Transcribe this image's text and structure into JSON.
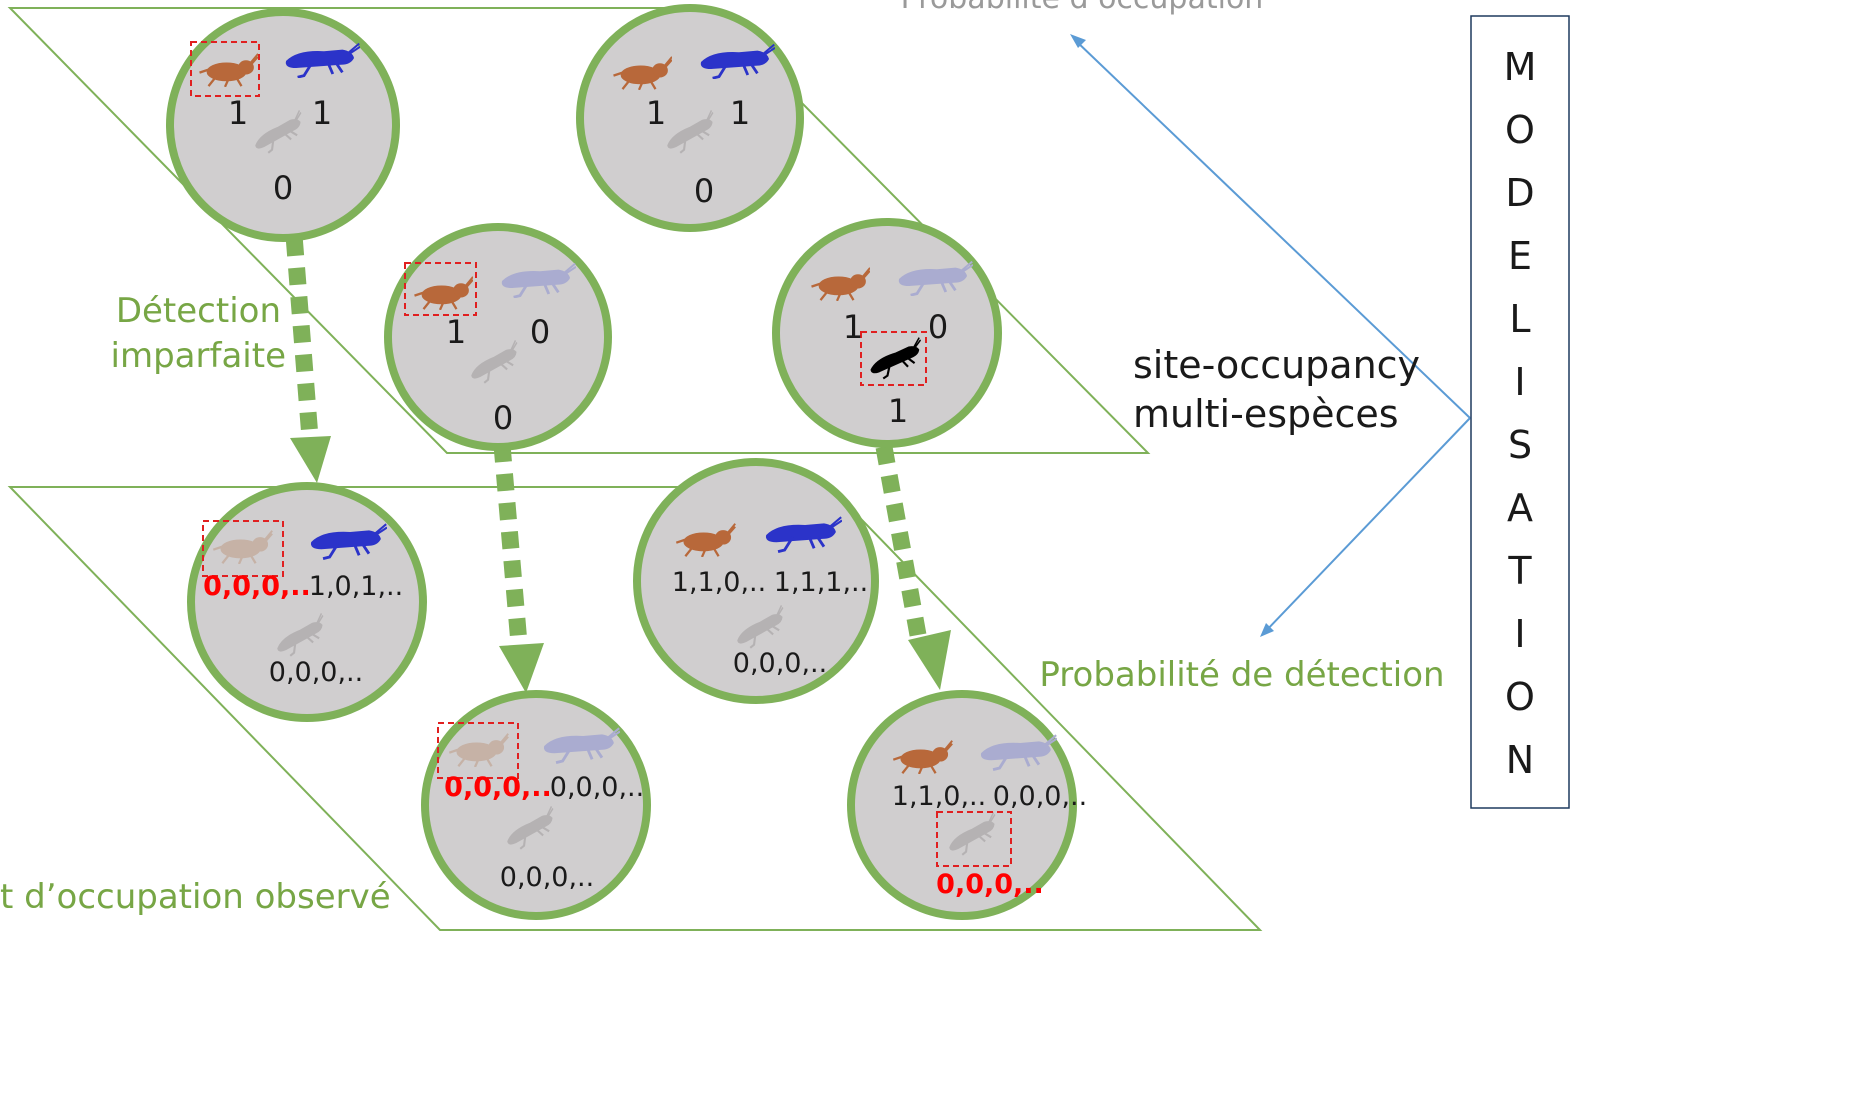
{
  "labels": {
    "occupation_prob": "Probabilité d’occupation",
    "detection_prob": "Probabilité de détection",
    "imperfect_detection_line1": "Détection",
    "imperfect_detection_line2": "imparfaite",
    "model_line1": "site-occupancy",
    "model_line2": "multi-espèces",
    "observed_state": "t d’occupation observé"
  },
  "modelisation_letters": [
    "M",
    "O",
    "D",
    "E",
    "L",
    "I",
    "S",
    "A",
    "T",
    "I",
    "O",
    "N"
  ],
  "true_sites": [
    {
      "a": "1",
      "b": "1",
      "c": "0"
    },
    {
      "a": "1",
      "b": "1",
      "c": "0"
    },
    {
      "a": "1",
      "b": "0",
      "c": "0"
    },
    {
      "a": "1",
      "b": "0",
      "c": "1"
    }
  ],
  "observed_sites": [
    {
      "a": "0,0,0,..",
      "b": "1,0,1,..",
      "c": "0,0,0,.."
    },
    {
      "a": "0,0,0,..",
      "b": "0,0,0,..",
      "c": "0,0,0,.."
    },
    {
      "a": "1,1,0,..",
      "b": "1,1,1,..",
      "c": "0,0,0,.."
    },
    {
      "a": "1,1,0,..",
      "b": "0,0,0,..",
      "c": "0,0,0,.."
    }
  ],
  "colors": {
    "circle_fill": "#d0cecf",
    "circle_border": "#7fb159",
    "arrow": "#7fb159",
    "species_orange": "#b8683a",
    "species_blue": "#2b33c9",
    "species_gray": "#a8a8a8",
    "species_black": "#000000",
    "highlight_box": "#e02020",
    "blue_arrow": "#5b9bd5"
  }
}
